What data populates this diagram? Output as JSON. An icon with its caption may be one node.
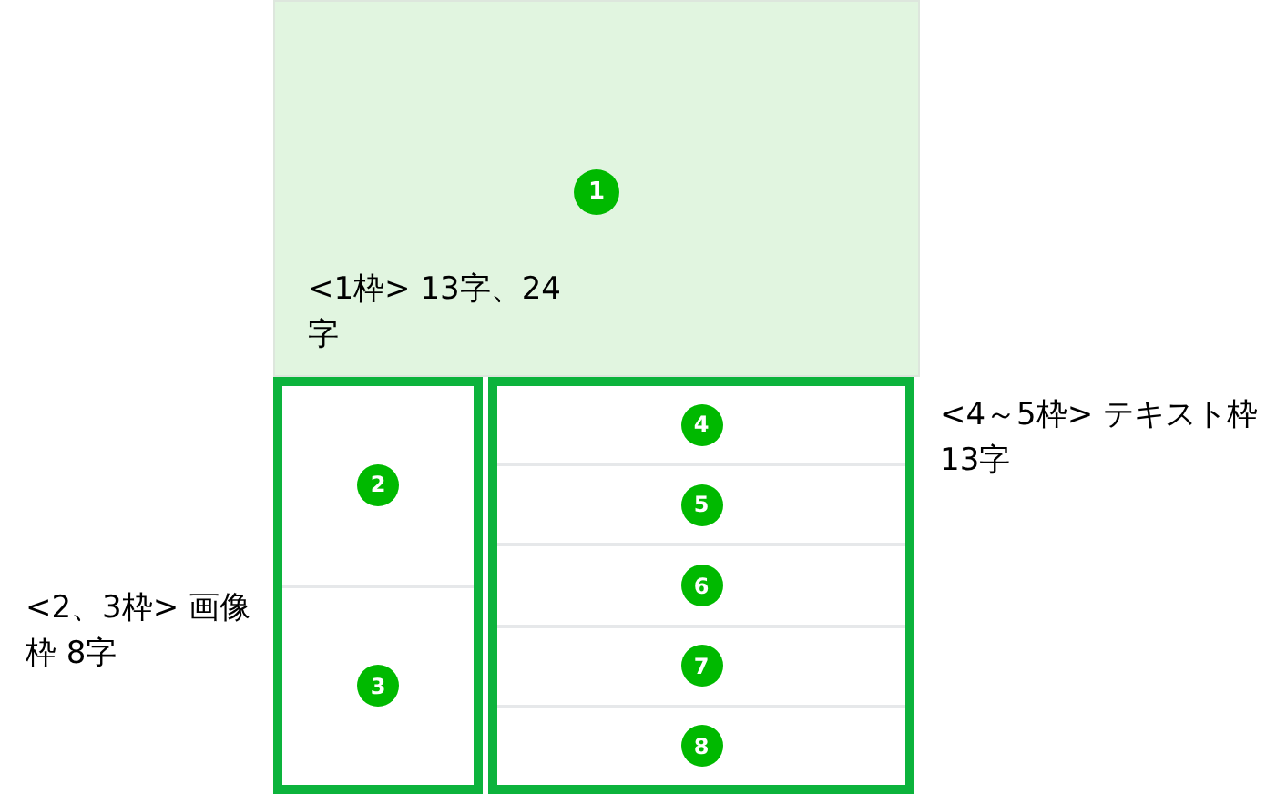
{
  "diagram": {
    "nodes": [
      {
        "text": [
          "<1枠> 13字、24字"
        ]
      },
      {
        "text": [
          "1"
        ],
        "in": 0
      },
      {
        "text": [],
        "shape": "box",
        "beside": [
          "<2、3枠> 画像枠 8字"
        ]
      },
      {
        "text": [
          "2"
        ],
        "in": 2
      },
      {
        "text": [
          "3"
        ],
        "in": 2
      },
      {
        "text": [],
        "shape": "box",
        "beside": [
          "<4～5枠> テキスト枠 13字"
        ]
      },
      {
        "text": [
          "4"
        ],
        "in": 5
      },
      {
        "text": [
          "5"
        ],
        "in": 5
      },
      {
        "text": [
          "6"
        ],
        "in": 5
      },
      {
        "text": [
          "7"
        ],
        "in": 5
      },
      {
        "text": [
          "8"
        ],
        "in": 5
      }
    ]
  }
}
